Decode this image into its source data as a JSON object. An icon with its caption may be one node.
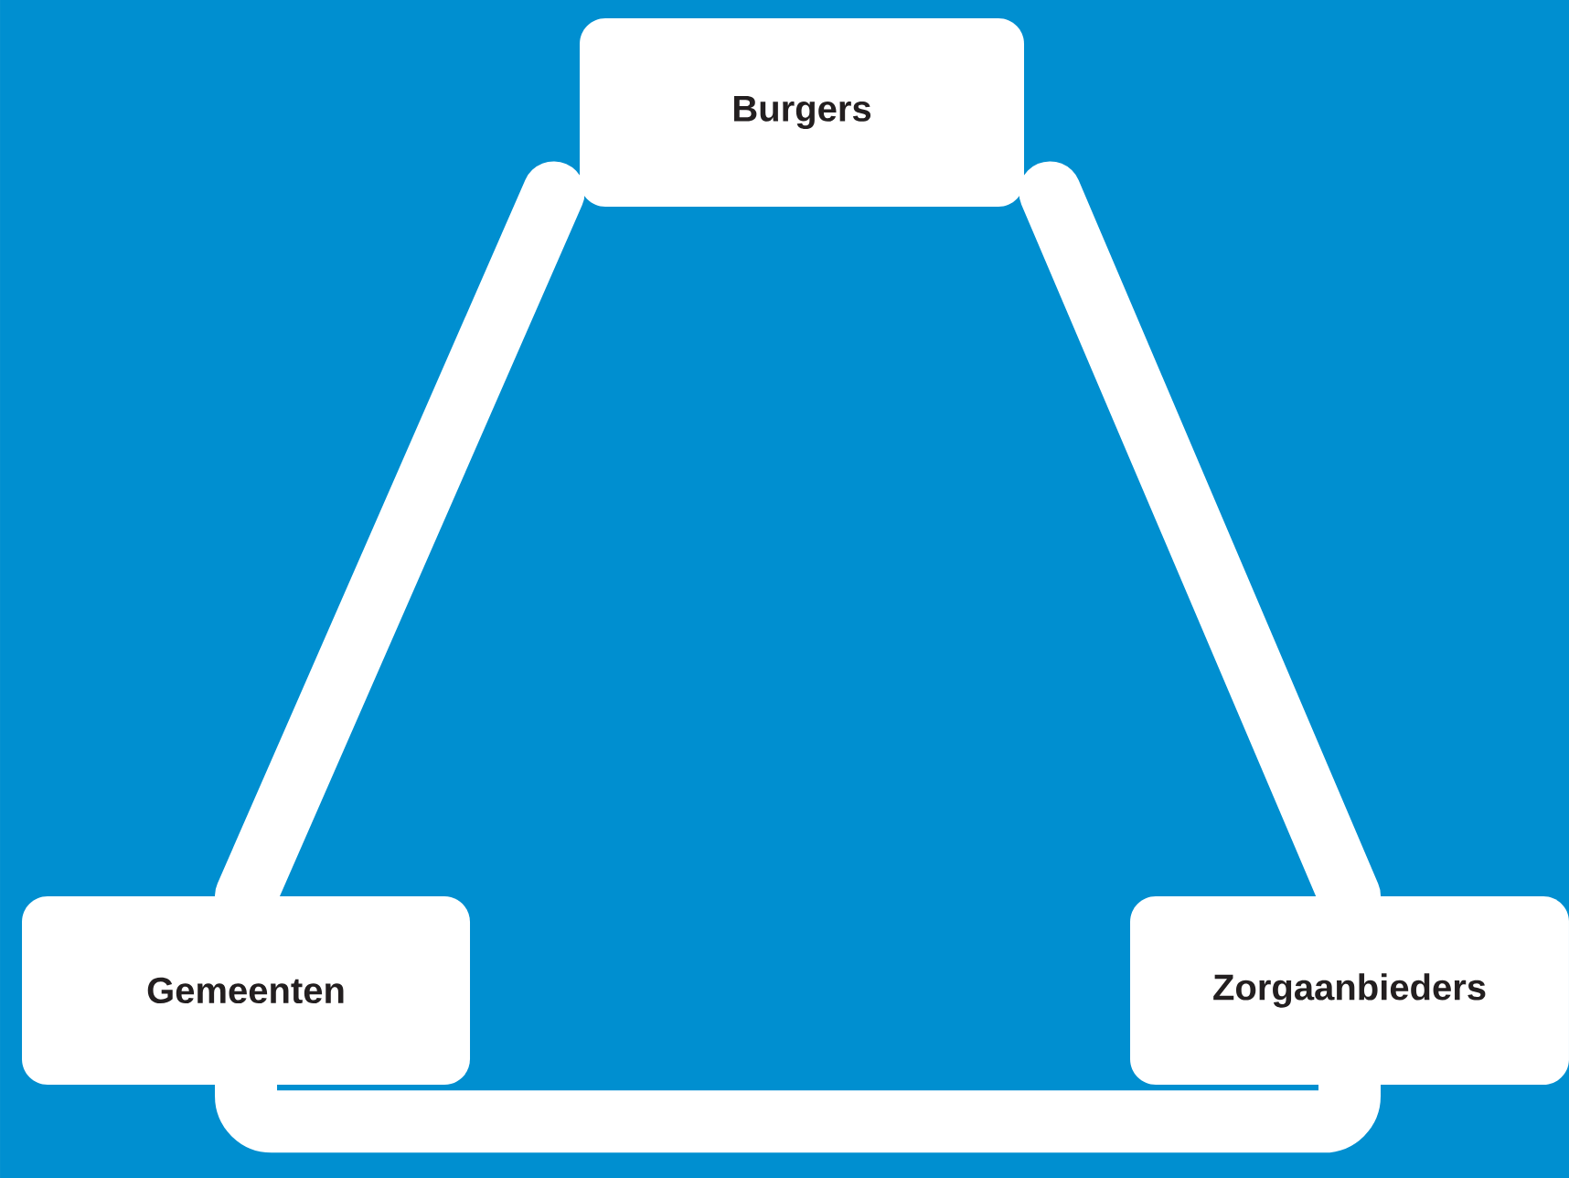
{
  "diagram": {
    "nodes": [
      {
        "text": [
          "Burgers"
        ]
      },
      {
        "text": [
          "Gemeenten"
        ]
      },
      {
        "text": [
          "Zorgaanbieders"
        ]
      }
    ],
    "edges": [
      {
        "from": 0,
        "to": 1,
        "arrow": "none"
      },
      {
        "from": 0,
        "to": 2,
        "arrow": "none"
      },
      {
        "from": 1,
        "to": 2,
        "arrow": "none"
      }
    ]
  }
}
